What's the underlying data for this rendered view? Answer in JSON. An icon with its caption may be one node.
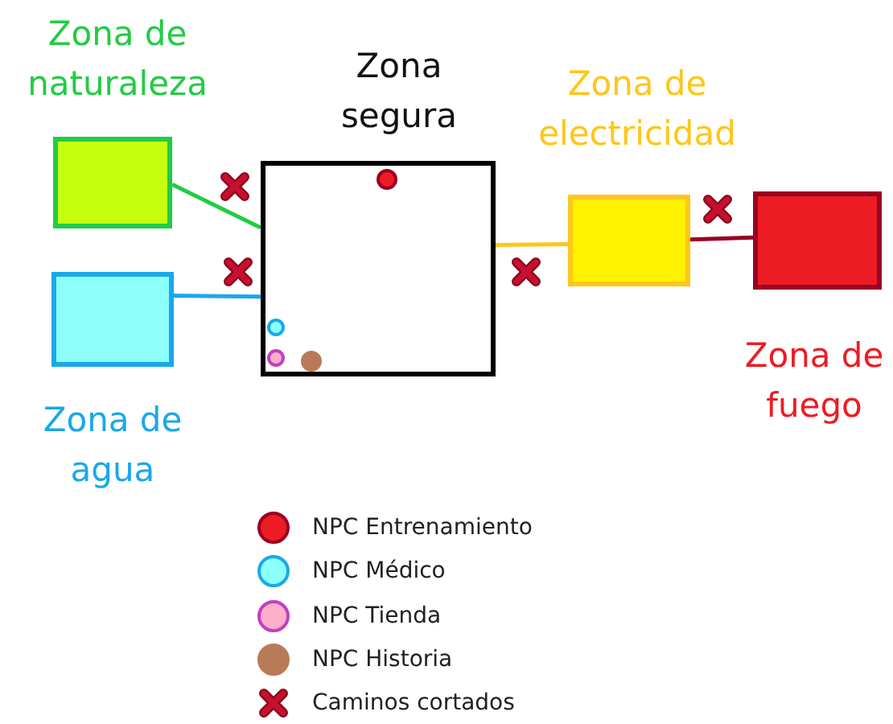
{
  "diagram": {
    "nodes": [
      {
        "text": [
          "Zona de naturaleza"
        ]
      },
      {
        "text": [
          "Zona segura"
        ]
      },
      {
        "text": [],
        "shape": "circle",
        "in": 1
      },
      {
        "text": [],
        "shape": "circle",
        "in": 1
      },
      {
        "text": [],
        "shape": "circle",
        "in": 1
      },
      {
        "text": [],
        "shape": "circle",
        "in": 1
      },
      {
        "text": [
          "Zona de agua"
        ]
      },
      {
        "text": [
          "Zona de electricidad"
        ]
      },
      {
        "text": [
          "Zona de fuego"
        ]
      }
    ],
    "edges": [
      {
        "from": 0,
        "to": 1,
        "arrow": "none",
        "color": "#22cc44"
      },
      {
        "from": 6,
        "to": 1,
        "arrow": "none",
        "color": "#1aa8e8"
      },
      {
        "from": 1,
        "to": 7,
        "arrow": "none",
        "color": "#ffc61a"
      },
      {
        "from": 7,
        "to": 8,
        "arrow": "none",
        "color": "#990022"
      }
    ],
    "legend": [
      {
        "text": "NPC Entrenamiento",
        "color": "#ed1c24"
      },
      {
        "text": "NPC Médico",
        "color": "#8cfffa"
      },
      {
        "text": "NPC Tienda",
        "color": "#ffaec9"
      },
      {
        "text": "NPC Historia",
        "color": "#b97a57"
      },
      {
        "text": "Caminos cortados"
      }
    ]
  }
}
